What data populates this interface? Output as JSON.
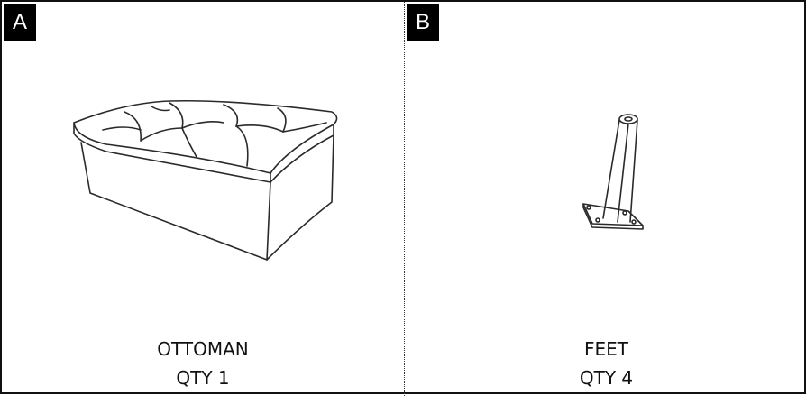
{
  "panels": [
    {
      "tag": "A",
      "name": "OTTOMAN",
      "qty": "QTY 1"
    },
    {
      "tag": "B",
      "name": "FEET",
      "qty": "QTY 4"
    }
  ]
}
